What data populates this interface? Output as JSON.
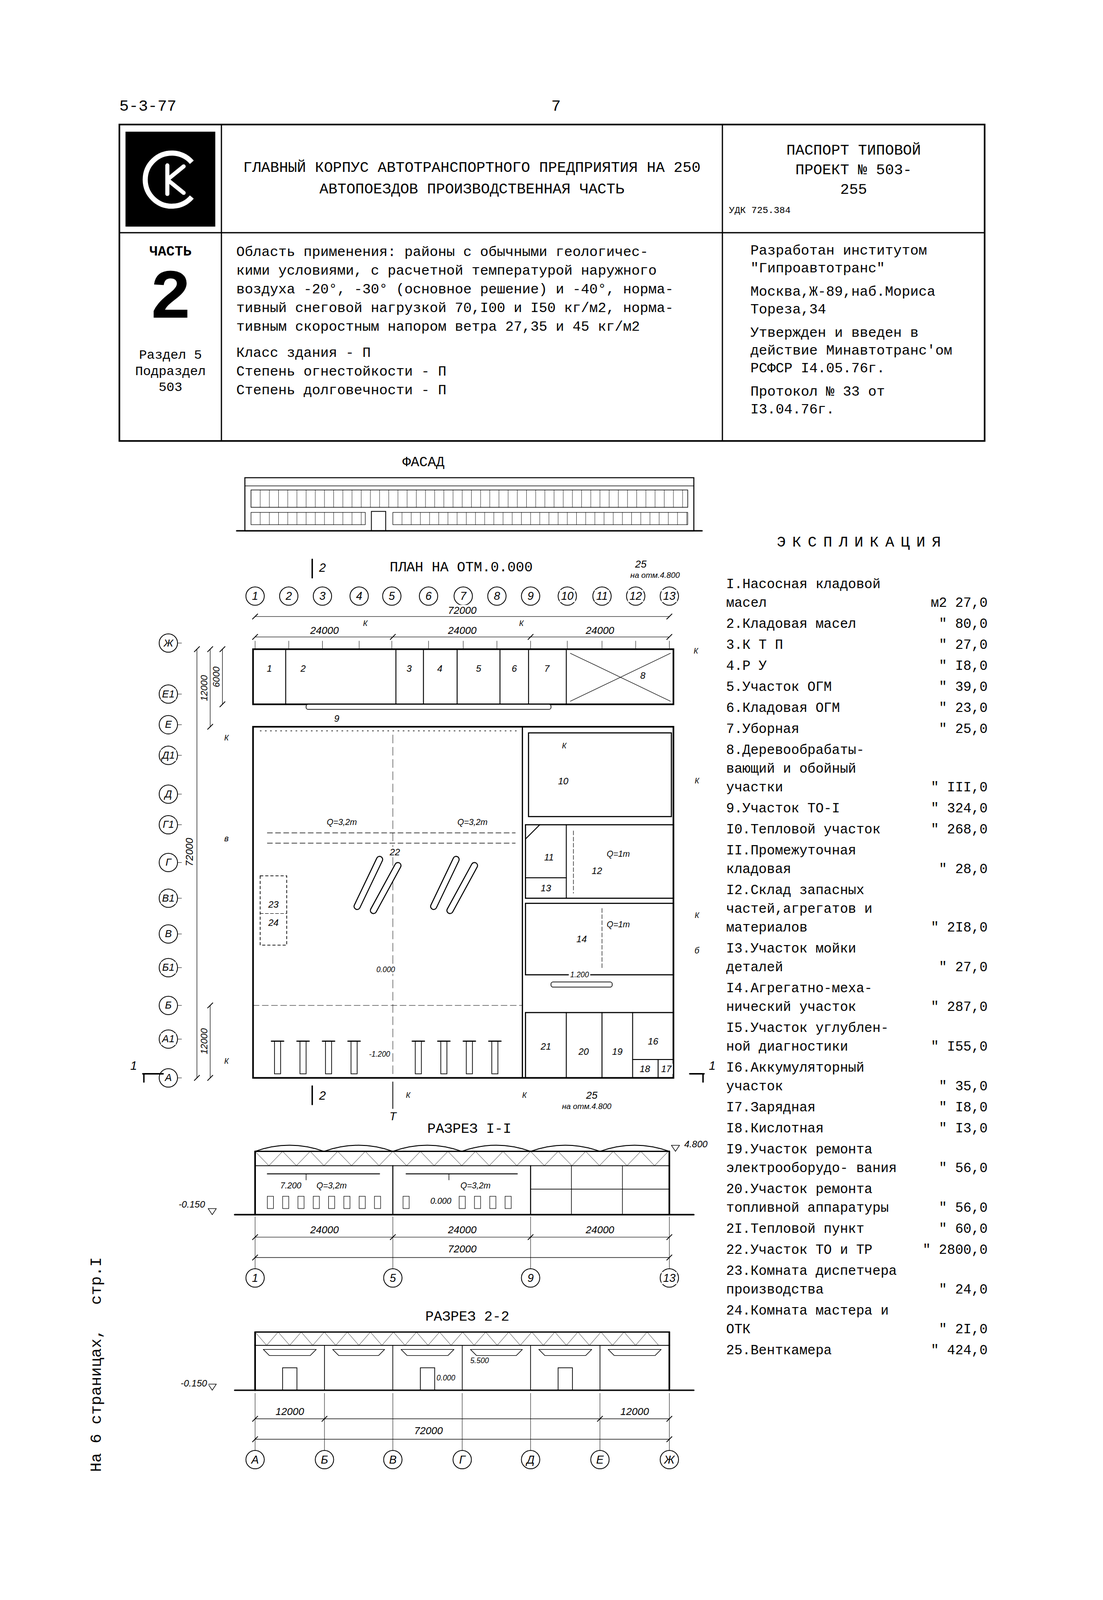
{
  "diagram": {
    "nodes": [
      {
        "text": [
          "ГЛАВНЫЙ КОРПУС АВТОТРАНСПОРТНОГО ПРЕДПРИЯТИЯ НА 250 АВТОПОЕЗДОВ ПРОИЗВОДСТВЕННАЯ ЧАСТЬ"
        ]
      },
      {
        "text": [
          "ПАСПОРТ ТИПОВОЙ ПРОЕКТ № 503-255",
          "УДК 725.384"
        ]
      },
      {
        "text": [
          "ЧАСТЬ",
          "2",
          "Раздел 5",
          "Подраздел 503"
        ]
      },
      {
        "text": [
          "Область применения: районы с обычными геологичес- кими условиями, с расчетной температурой наружного воздуха -20°, -30° (основное решение) и -40°, норма- тивный снеговой нагрузкой 70,I00 и I50 кг/м2, норма- тивным скоростным напором ветра 27,35 и 45 кг/м2",
          "Класс здания - П",
          "Степень огнестойкости - П",
          "Степень долговечности - П"
        ]
      },
      {
        "text": [
          "Разработан институтом \"Гипроавтотранс\"",
          "Москва,Ж-89,наб.Мориса Тореза,34",
          "Утвержден и введен в действие Минавтотранс'ом РСФСР I4.05.76г.",
          "Протокол № 33 от I3.04.76г."
        ]
      }
    ],
    "labels": [
      "5-3-77",
      "7",
      "ФАСАД",
      "ПЛАН НА ОТМ.0.000",
      "2",
      "25",
      "на отм.4.800",
      "72000",
      "24000",
      "24000",
      "24000",
      "6000",
      "12000",
      "72000",
      "12000",
      "1",
      "2",
      "3",
      "4",
      "5",
      "6",
      "7",
      "8",
      "9",
      "10",
      "11",
      "12",
      "13",
      "Ж",
      "Е1",
      "Е",
      "Д1",
      "Д",
      "Г1",
      "Г",
      "В1",
      "В",
      "Б1",
      "Б",
      "А1",
      "А",
      "1",
      "2",
      "3",
      "4",
      "5",
      "6",
      "7",
      "8",
      "9",
      "10",
      "11",
      "12",
      "13",
      "14",
      "16",
      "17",
      "18",
      "19",
      "20",
      "21",
      "22",
      "23",
      "24",
      "Q=3,2т",
      "Q=3,2т",
      "Q=1т",
      "Q=1т",
      "0.000",
      "-1.200",
      "1.200",
      "25",
      "на отм.4.800",
      "2",
      "1",
      "1",
      "Т",
      "К",
      "К",
      "К",
      "К",
      "К",
      "К",
      "К",
      "К",
      "К",
      "К",
      "в",
      "б",
      "РАЗРЕЗ I-I",
      "4.800",
      "7.200",
      "Q=3,2т",
      "0.000",
      "Q=3,2т",
      "-0.150",
      "24000",
      "24000",
      "24000",
      "72000",
      "1",
      "5",
      "9",
      "13",
      "РАЗРЕЗ 2-2",
      "-0.150",
      "0.000",
      "5.500",
      "12000",
      "12000",
      "72000",
      "А",
      "Б",
      "В",
      "Г",
      "Д",
      "Е",
      "Ж",
      "стр.I",
      "На 6 страницах,",
      "ЭКСПЛИКАЦИЯ",
      "I.Насосная кладовой масел",
      "м2 27,0",
      "2.Кладовая масел",
      "\" 80,0",
      "3.К Т П",
      "\" 27,0",
      "4.Р У",
      "\" I8,0",
      "5.Участок ОГМ",
      "\" 39,0",
      "6.Кладовая ОГМ",
      "\" 23,0",
      "7.Уборная",
      "\" 25,0",
      "8.Деревообрабаты- вающий и обойный участки",
      "\" III,0",
      "9.Участок ТО-I",
      "\" 324,0",
      "I0.Тепловой участок",
      "\" 268,0",
      "II.Промежуточная кладовая",
      "\" 28,0",
      "I2.Склад запасных частей,агрегатов и материалов",
      "\" 2I8,0",
      "I3.Участок мойки деталей",
      "\" 27,0",
      "I4.Агрегатно-меха- нический участок",
      "\" 287,0",
      "I5.Участок углублен- ной диагностики",
      "\" I55,0",
      "I6.Аккумуляторный участок",
      "\" 35,0",
      "I7.Зарядная",
      "\" I8,0",
      "I8.Кислотная",
      "\" I3,0",
      "I9.Участок ремонта электрооборудо- вания",
      "\" 56,0",
      "20.Участок ремонта топливной аппаратуры",
      "\" 56,0",
      "2I.Тепловой пункт",
      "\" 60,0",
      "22.Участок ТО и ТР",
      "\" 2800,0",
      "23.Комната диспетчера производства",
      "\" 24,0",
      "24.Комната мастера и ОТК",
      "\" 2I,0",
      "25.Венткамера",
      "\" 424,0"
    ]
  }
}
